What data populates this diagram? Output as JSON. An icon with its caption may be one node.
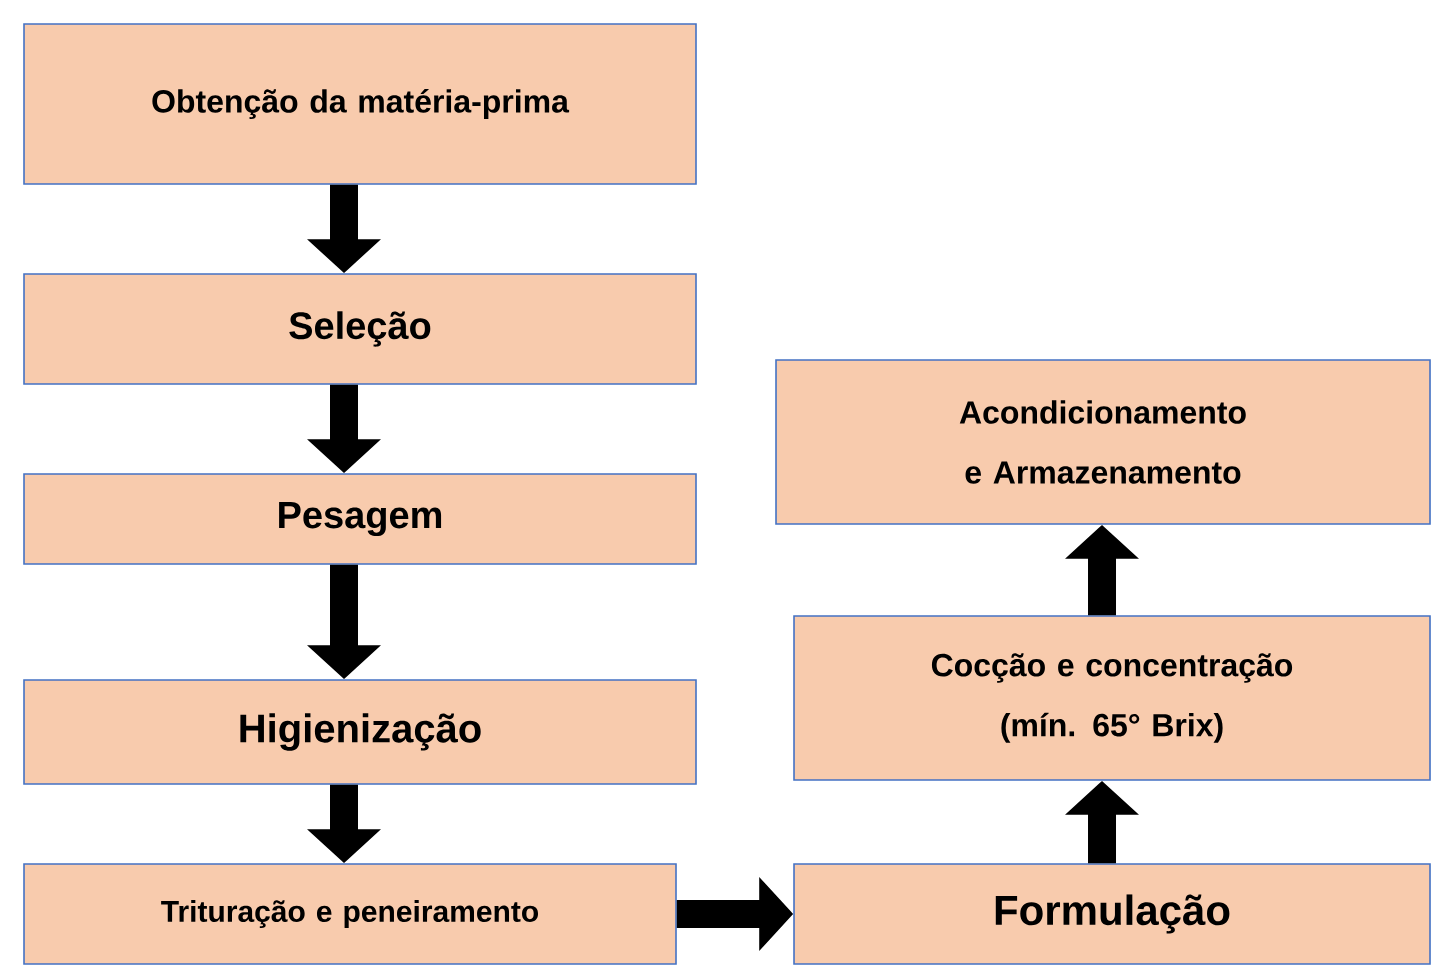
{
  "diagram": {
    "nodes": [
      {
        "text": [
          "Obtenção da matéria-prima"
        ]
      },
      {
        "text": [
          "Seleção"
        ]
      },
      {
        "text": [
          "Pesagem"
        ]
      },
      {
        "text": [
          "Higienização"
        ]
      },
      {
        "text": [
          "Trituração e peneiramento"
        ]
      },
      {
        "text": [
          "Formulação"
        ]
      },
      {
        "text": [
          "Cocção e concentração (mín. 65° Brix)"
        ]
      },
      {
        "text": [
          "Acondicionamento e Armazenamento"
        ]
      }
    ],
    "edges": [
      {
        "from": 0,
        "to": 1,
        "arrow": "to"
      },
      {
        "from": 1,
        "to": 2,
        "arrow": "to"
      },
      {
        "from": 2,
        "to": 3,
        "arrow": "to"
      },
      {
        "from": 3,
        "to": 4,
        "arrow": "to"
      },
      {
        "from": 4,
        "to": 5,
        "arrow": "to"
      },
      {
        "from": 5,
        "to": 6,
        "arrow": "to"
      },
      {
        "from": 6,
        "to": 7,
        "arrow": "to"
      }
    ]
  }
}
